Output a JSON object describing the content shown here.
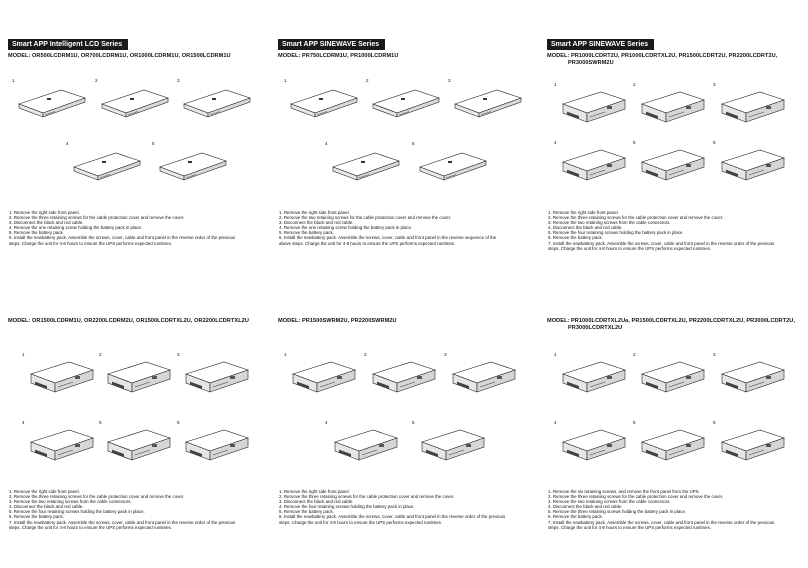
{
  "sections": [
    {
      "badge": "Smart APP Intelligent LCD Series",
      "model": "MODEL: OR500LCDRM1U, OR700LCDRM1U, OR1000LCDRM1U, OR1500LCDRM1U",
      "figures": [
        "1",
        "2",
        "3",
        "4",
        "5"
      ],
      "steps": [
        "1. Remove the right side front panel.",
        "2. Remove the three retaining screws for the cable protection cover and remove the cover.",
        "3. Disconnect the black and red cable.",
        "4. Remove the one retaining screw holding the battery pack in place.",
        "5. Remove the battery pack.",
        "6. Install the newbattery pack. Assemble the screws, cover, cable and front panel in the reverse order of the previous",
        "    steps. Charge the unit for 4-8 hours to ensure the UPS performs expected runtimes."
      ]
    },
    {
      "badge": "Smart APP SINEWAVE Series",
      "model": "MODEL: PR750LCDRM1U, PR1000LCDRM1U",
      "figures": [
        "1",
        "2",
        "3",
        "4",
        "5"
      ],
      "steps": [
        "1. Remove the right side front panel.",
        "2. Remove the two retaining screws for the cable protection cover and remove the cover.",
        "3. Disconnect the black and red cable.",
        "4. Remove the one retaining screw holding the battery pack in place.",
        "5. Remove the battery pack.",
        "6. Install the newbattery pack. Assemble the screws, cover, cable and front panel in the reverse sequence of the",
        "    above steps. Charge the unit for 4-8 hours to ensure the UPS performs expected runtimes."
      ]
    },
    {
      "badge": "Smart APP SINEWAVE Series",
      "model": "MODEL: PR1000LCDRT2U, PR1000LCDRTXL2U, PR1500LCDRT2U, PR2200LCDRT2U,",
      "model2": "PR3000SWRM2U",
      "figures": [
        "1",
        "2",
        "3",
        "4",
        "5",
        "6"
      ],
      "steps": [
        "1. Remove the right side front panel.",
        "2. Remove the three retaining screws for the cable protection cover and remove the cover.",
        "3. Remove the two retaining screws from the cable connectors.",
        "4. Disconnect the black and red cable.",
        "5. Remove the four retaining screws holding the battery pack in place.",
        "6. Remove the battery pack.",
        "7. Install the newbattery pack. Assemble the screws, cover, cable and front panel in the reverse order of the previous",
        "    steps. Charge the unit for 4-8 hours to ensure the UPS performs expected runtimes."
      ]
    },
    {
      "model": "MODEL: OR1500LCDRM1U, OR2200LCDRM2U, OR1500LCDRTXL2U, OR2200LCDRTXL2U",
      "figures": [
        "1",
        "2",
        "3",
        "4",
        "5",
        "6"
      ],
      "steps": [
        "1. Remove the right side front panel.",
        "2. Remove the three retaining screws for the cable protection cover and remove the cover.",
        "3. Remove the two retaining screws from the cable connectors.",
        "4. Disconnect the black and red cable.",
        "5. Remove the four retaining screws holding the battery pack in place.",
        "6. Remove the battery pack.",
        "7. Install the newbattery pack. Assemble the screws, cover, cable and front panel in the reverse order of the previous",
        "    steps. Charge the unit for 4-8 hours to ensure the UPS performs expected runtimes."
      ]
    },
    {
      "model": "MODEL: PR1500SWRM2U, PR2200SWRM2U",
      "figures": [
        "1",
        "2",
        "3",
        "4",
        "5"
      ],
      "steps": [
        "1. Remove the right side front panel.",
        "2. Remove the three retaining screws for the cable protection cover and remove the cover.",
        "3. Disconnect the black and red cable.",
        "4. Remove the four retaining screws holding the battery pack in place.",
        "5. Remove the battery pack.",
        "6. Install the newbattery pack. Assemble the screws, cover, cable and front panel in the reverse order of the previous",
        "    steps. Charge the unit for 4-8 hours to ensure the UPS performs expected runtimes."
      ]
    },
    {
      "model": "MODEL: PR1000LCDRTXL2Ua, PR1500LCDRTXL2U, PR2200LCDRTXL2U, PR3000LCDRT2U,",
      "model2": "PR3000LCDRTXL2U",
      "figures": [
        "1",
        "2",
        "3",
        "4",
        "5",
        "6"
      ],
      "steps": [
        "1. Remove the six retaining screws, and remove the front panel from the UPS.",
        "2. Remove the three retaining screws for the cable protection cover and remove the cover.",
        "3. Remove the two retaining screws from the cable connectors.",
        "4. Disconnect the black and red cable.",
        "5. Remove the three retaining screws holding the battery pack in place.",
        "6. Remove the battery pack.",
        "7. Install the newbattery pack. Assemble the screws, cover, cable and front panel in the reverse order of the previous",
        "    steps. Charge the unit for 4-8 hours to ensure the UPS performs expected runtimes."
      ]
    }
  ]
}
